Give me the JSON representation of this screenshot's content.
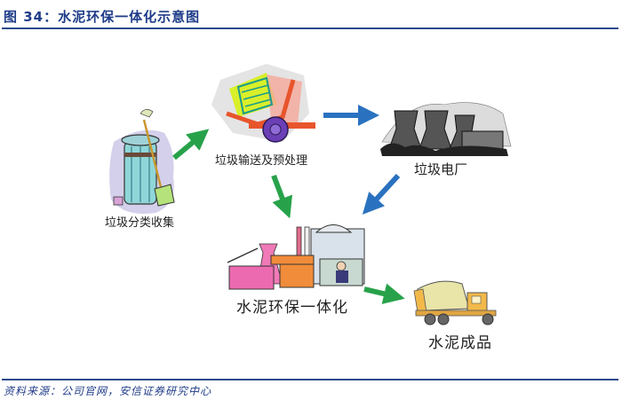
{
  "figure": {
    "title": "图 34：水泥环保一体化示意图",
    "source": "资料来源：公司官网，安信证券研究中心"
  },
  "nodes": [
    {
      "id": "collection",
      "label": "垃圾分类收集",
      "icon": "trash-can-broom-icon"
    },
    {
      "id": "transport",
      "label": "垃圾输送及预处理",
      "icon": "garbage-truck-icon"
    },
    {
      "id": "power_plant",
      "label": "垃圾电厂",
      "icon": "cooling-tower-plant-icon"
    },
    {
      "id": "cement_integration",
      "label": "水泥环保一体化",
      "icon": "cement-factory-icon"
    },
    {
      "id": "cement_product",
      "label": "水泥成品",
      "icon": "cement-mixer-truck-icon"
    }
  ],
  "edges": [
    {
      "from": "collection",
      "to": "transport",
      "color": "#27a24a"
    },
    {
      "from": "transport",
      "to": "power_plant",
      "color": "#2a72c0"
    },
    {
      "from": "transport",
      "to": "cement_integration",
      "color": "#27a24a"
    },
    {
      "from": "power_plant",
      "to": "cement_integration",
      "color": "#2a72c0"
    },
    {
      "from": "cement_integration",
      "to": "cement_product",
      "color": "#27a24a"
    }
  ],
  "colors": {
    "title": "#1f3c88",
    "rule": "#2a4a8c"
  }
}
